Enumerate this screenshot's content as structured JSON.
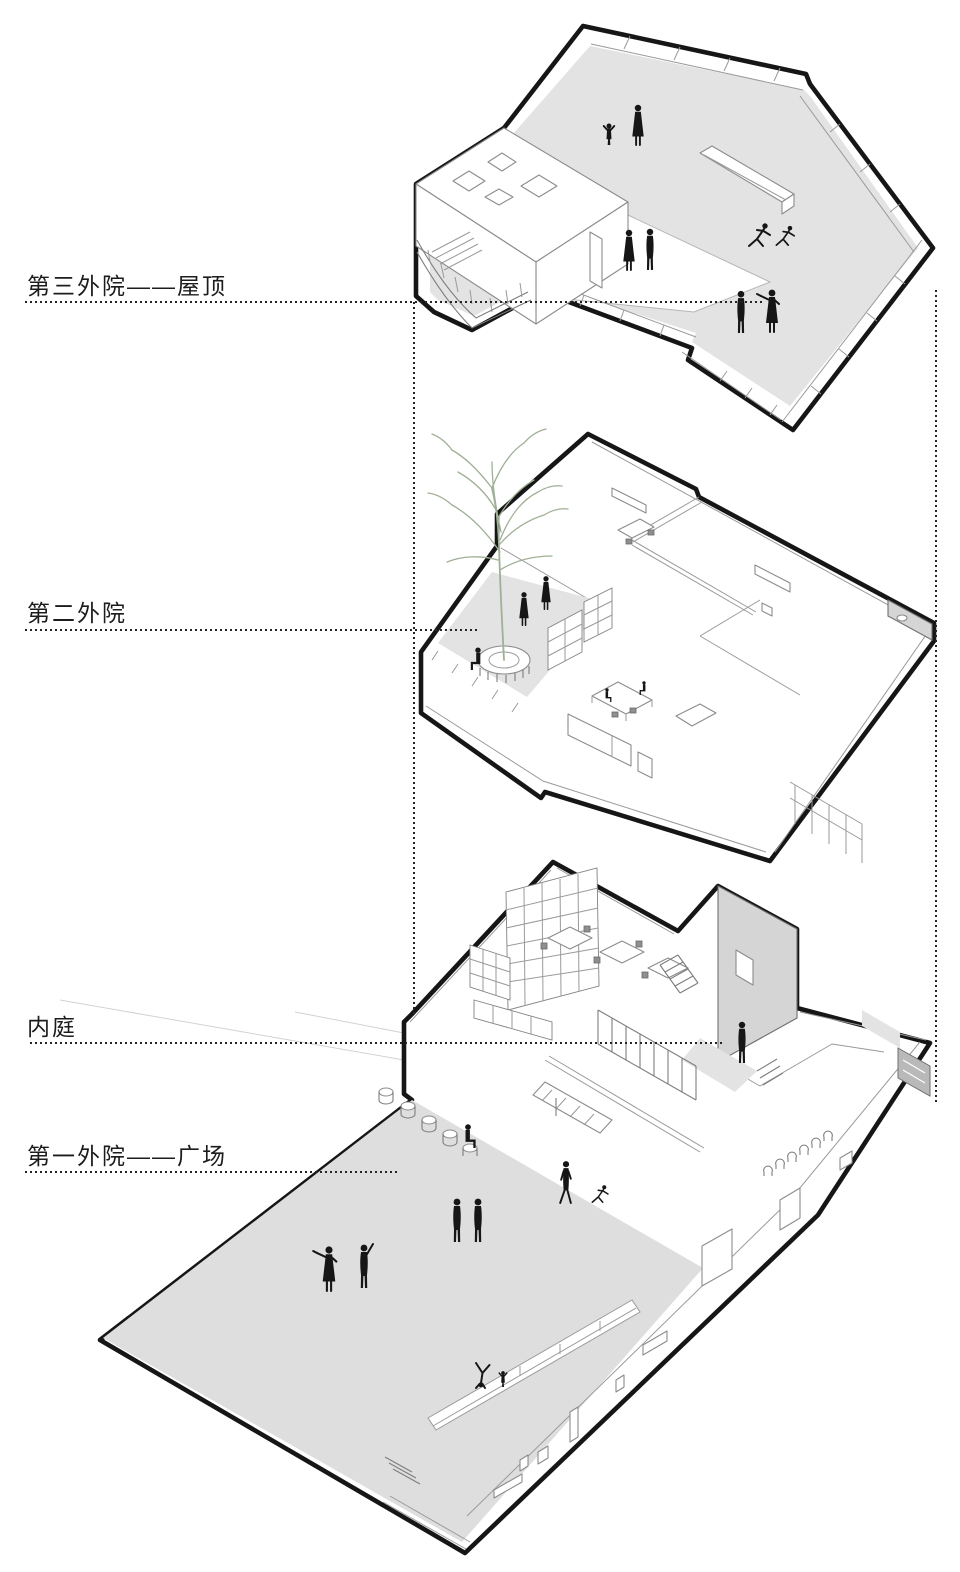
{
  "diagram": {
    "type": "exploded-axonometric-architecture-diagram",
    "background": "#ffffff",
    "labels": [
      {
        "id": "third-outer-courtyard-roof",
        "text": "第三外院——屋顶",
        "points_to": "roof terrace level"
      },
      {
        "id": "second-outer-courtyard",
        "text": "第二外院",
        "points_to": "second floor tree terrace"
      },
      {
        "id": "inner-court",
        "text": "内庭",
        "points_to": "ground floor inner courtyard"
      },
      {
        "id": "first-outer-courtyard-plaza",
        "text": "第一外院——广场",
        "points_to": "ground floor plaza"
      }
    ],
    "levels": [
      {
        "id": "roof-level",
        "name": "第三外院——屋顶",
        "contents": [
          "gray roof deck with parapet railing",
          "penthouse volume with four skylights",
          "long linear skylight",
          "8 human silhouettes"
        ]
      },
      {
        "id": "middle-level",
        "name": "第二外院",
        "contents": [
          "tree terrace with round planter bench",
          "bare tree",
          "offices with bookshelves",
          "dining table with chairs",
          "long interior window",
          "washroom"
        ]
      },
      {
        "id": "ground-level",
        "name": "内庭 / 第一外院——广场",
        "contents": [
          "library with bookshelf walls and reading tables",
          "stair",
          "tall gray inner courtyard with one figure",
          "louvered corridor",
          "row of six armchairs",
          "street wall with small openings",
          "entry awning and stools",
          "large gray plaza",
          "10 human silhouettes"
        ]
      }
    ],
    "colors": {
      "outline": "#161616",
      "thin_line": "#9a9a9a",
      "surface_gray": "#e3e3e3",
      "courtyard_gray": "#d5d5d5",
      "dark_panel_gray": "#b9b9b9",
      "figure_black": "#161616",
      "tree_green": "#9fb096",
      "label_text": "#1c1c1c"
    }
  }
}
